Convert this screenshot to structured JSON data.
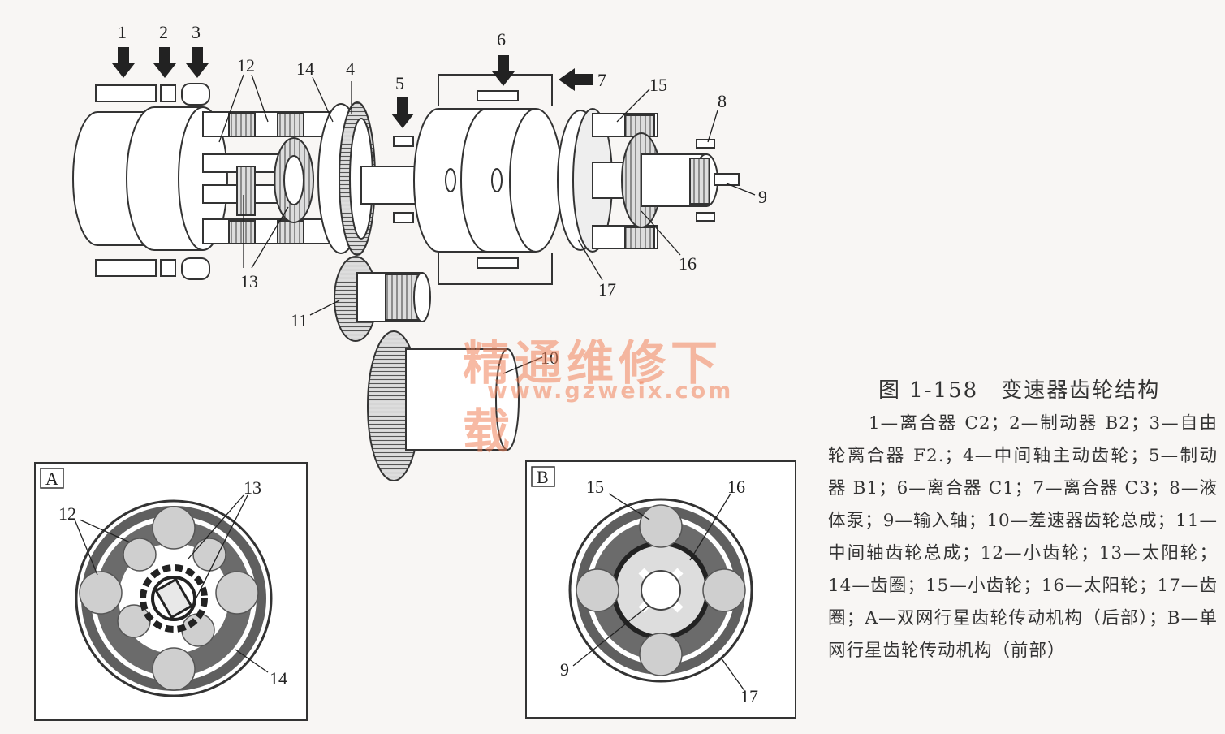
{
  "labels": {
    "l1": "1",
    "l2": "2",
    "l3": "3",
    "l4": "4",
    "l5": "5",
    "l6": "6",
    "l7": "7",
    "l8": "8",
    "l9": "9",
    "l10": "10",
    "l11": "11",
    "l12": "12",
    "l13": "13",
    "l14": "14",
    "l15": "15",
    "l16": "16",
    "l17": "17"
  },
  "panel_a": {
    "tag": "A",
    "l12": "12",
    "l13": "13",
    "l14": "14"
  },
  "panel_b": {
    "tag": "B",
    "l15": "15",
    "l16": "16",
    "l9": "9",
    "l17": "17"
  },
  "watermark": {
    "text": "精通维修下载",
    "url": "www.gzweix.com"
  },
  "caption": {
    "title": "图 1-158　变速器齿轮结构",
    "body": "1—离合器 C2；2—制动器 B2；3—自由轮离合器 F2.；4—中间轴主动齿轮；5—制动器 B1；6—离合器 C1；7—离合器 C3；8—液体泵；9—输入轴；10—差速器齿轮总成；11—中间轴齿轮总成；12—小齿轮；13—太阳轮；14—齿圈；15—小齿轮；16—太阳轮；17—齿圈；A—双网行星齿轮传动机构（后部）；B—单网行星齿轮传动机构（前部）"
  },
  "colors": {
    "line": "#333333",
    "ring_dark": "#6b6b6b",
    "gear_fill": "#cfcfcf",
    "watermark": "#f0825a"
  }
}
